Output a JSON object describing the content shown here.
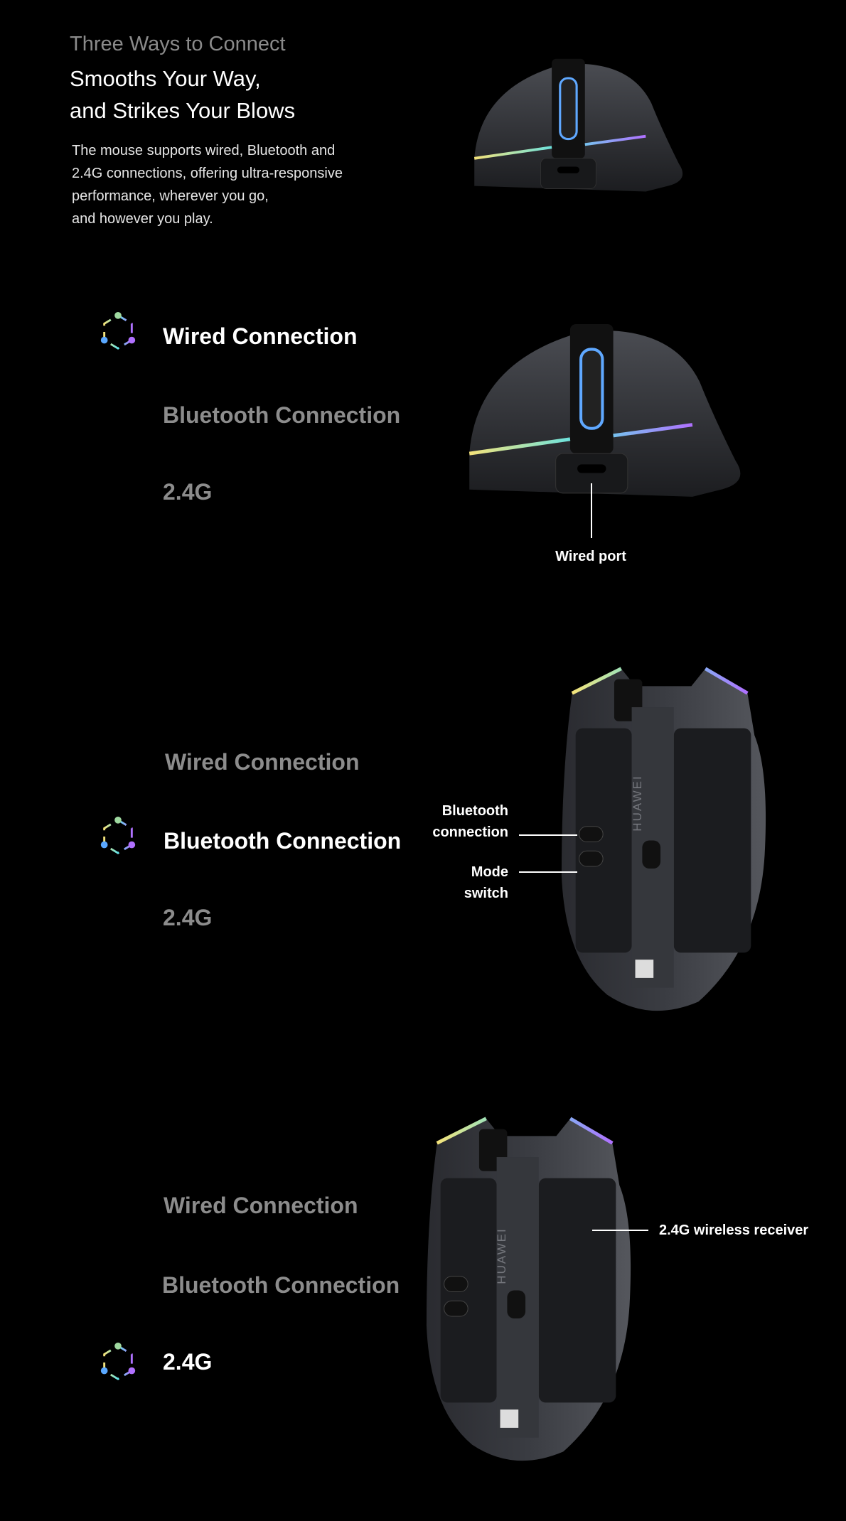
{
  "intro": {
    "kicker": "Three Ways to Connect",
    "headline_line1": "Smooths Your Way,",
    "headline_line2": "and Strikes Your Blows",
    "body_lines": [
      "The mouse supports wired, Bluetooth and",
      "2.4G connections, offering ultra-responsive",
      "performance, wherever you go,",
      "and however you play."
    ]
  },
  "options": {
    "wired": "Wired Connection",
    "bluetooth": "Bluetooth Connection",
    "g24": "2.4G"
  },
  "callouts": {
    "wired_port": "Wired port",
    "bluetooth_connection": [
      "Bluetooth",
      "connection"
    ],
    "mode_switch": [
      "Mode",
      "switch"
    ],
    "receiver": "2.4G wireless receiver"
  },
  "product_text": {
    "brand": "HUAWEI"
  },
  "colors": {
    "active": "#ffffff",
    "inactive": "#8c8c8c",
    "background": "#000000"
  }
}
